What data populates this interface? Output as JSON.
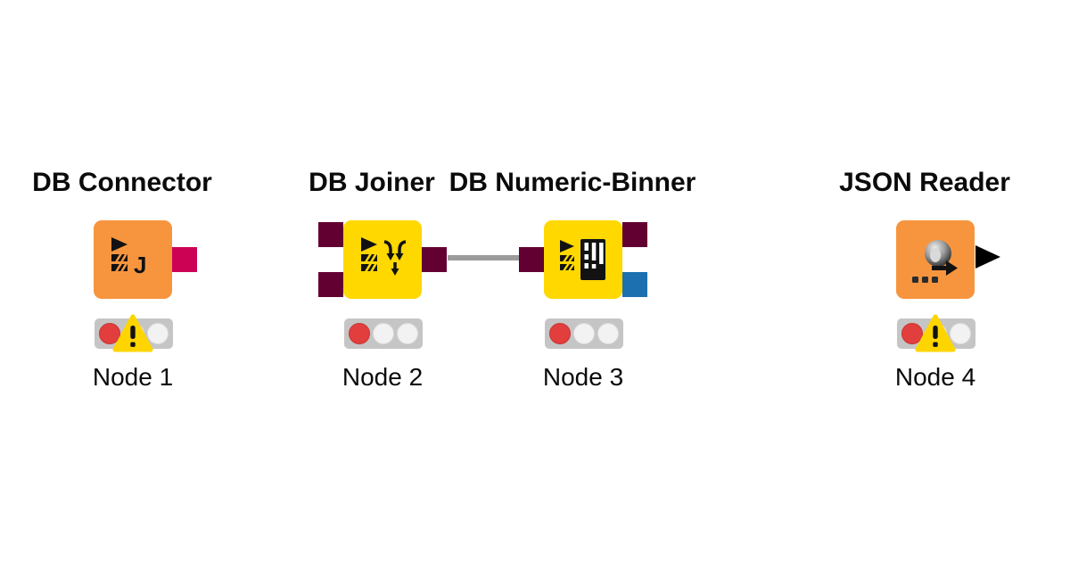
{
  "workflow": {
    "nodes": [
      {
        "title": "DB Connector",
        "label": "Node 1",
        "color": "#F7953F",
        "icon": "database-jdbc-icon",
        "status": {
          "light": "red",
          "warning": true
        },
        "in_ports": [],
        "out_ports": [
          {
            "name": "db-connection-port",
            "shape": "square",
            "color": "#CC0355"
          }
        ]
      },
      {
        "title": "DB Joiner",
        "label": "Node 2",
        "color": "#FFD800",
        "icon": "database-join-icon",
        "status": {
          "light": "red",
          "warning": false
        },
        "in_ports": [
          {
            "name": "db-data-port",
            "shape": "square",
            "color": "#630032"
          },
          {
            "name": "db-data-port",
            "shape": "square",
            "color": "#630032"
          }
        ],
        "out_ports": [
          {
            "name": "db-data-port",
            "shape": "square",
            "color": "#630032"
          }
        ]
      },
      {
        "title": "DB Numeric-Binner",
        "label": "Node 3",
        "color": "#FFD800",
        "icon": "database-binner-icon",
        "status": {
          "light": "red",
          "warning": false
        },
        "in_ports": [
          {
            "name": "db-data-port",
            "shape": "square",
            "color": "#630032"
          }
        ],
        "out_ports": [
          {
            "name": "db-data-port",
            "shape": "square",
            "color": "#630032"
          },
          {
            "name": "db-blue-port",
            "shape": "square",
            "color": "#1C70B0"
          }
        ]
      },
      {
        "title": "JSON Reader",
        "label": "Node 4",
        "color": "#F7953F",
        "icon": "json-reader-icon",
        "status": {
          "light": "red",
          "warning": true
        },
        "in_ports": [],
        "out_ports": [
          {
            "name": "data-table-port",
            "shape": "triangle",
            "color": "#000000"
          }
        ]
      }
    ],
    "connections": [
      {
        "from": "Node 2",
        "to": "Node 3",
        "color": "#9B9B9B"
      }
    ]
  },
  "colors": {
    "background": "#FFFFFF",
    "title_text": "#0B0B0B",
    "label_text": "#0B0B0B",
    "node_orange": "#F7953F",
    "node_yellow": "#FFD800",
    "traffic_light_bg": "#C5C5C5",
    "light_red": "#E23E3E",
    "light_off": "#F2F2F2",
    "warning_yellow": "#FFD500",
    "connection_gray": "#9B9B9B"
  }
}
